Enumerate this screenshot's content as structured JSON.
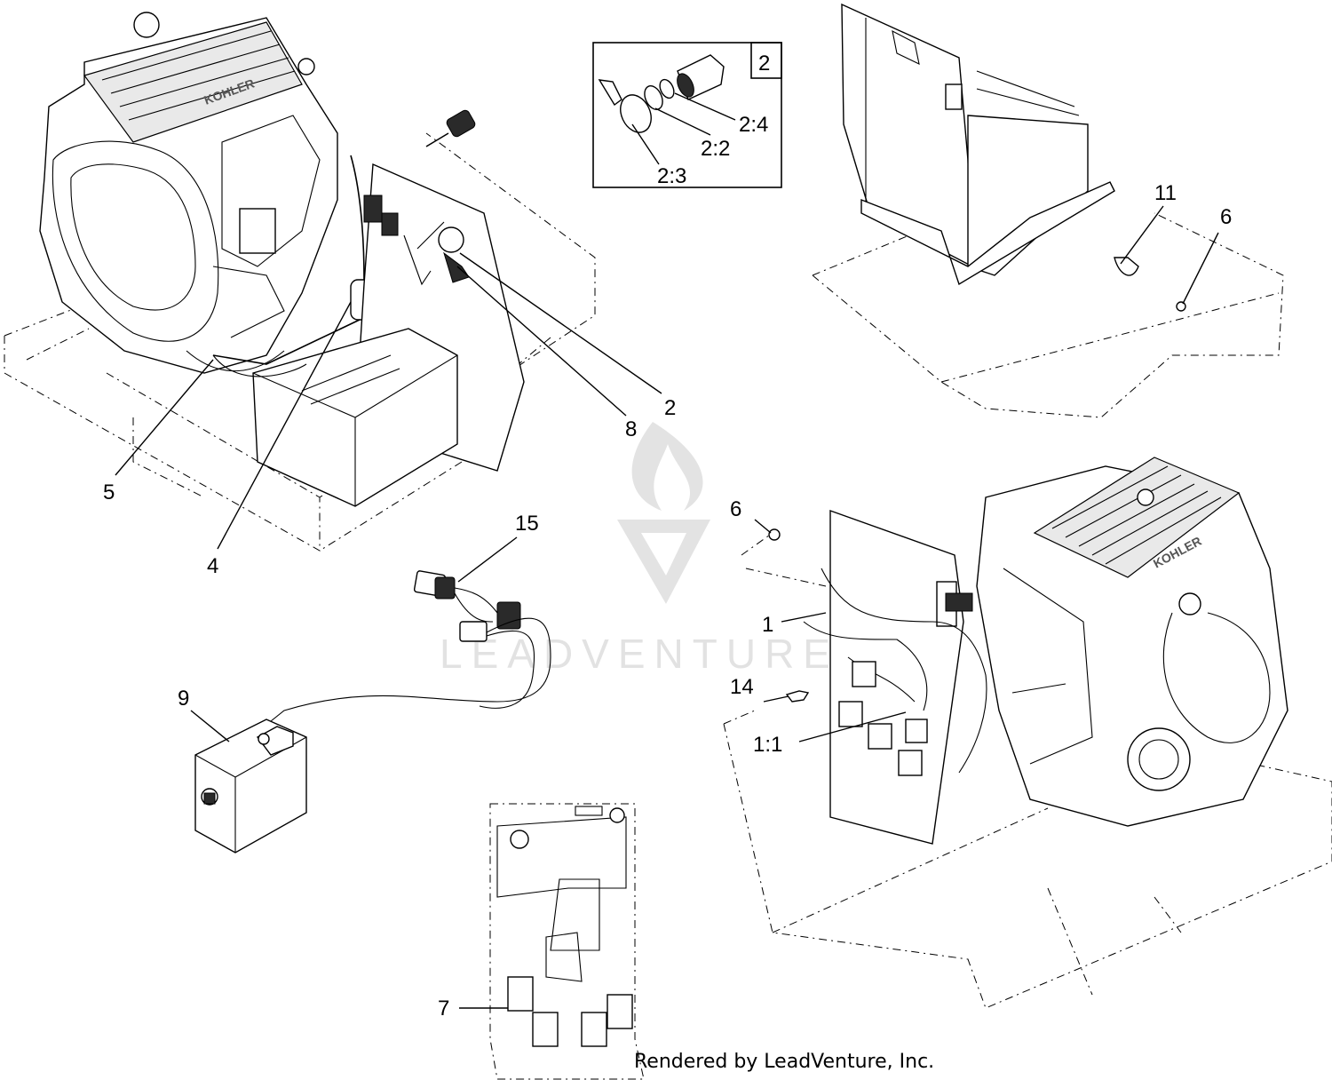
{
  "callouts": {
    "c2_box": "2",
    "c2_4": "2:4",
    "c2_2": "2:2",
    "c2_3": "2:3",
    "c11": "11",
    "c6_top": "6",
    "c2": "2",
    "c8": "8",
    "c5": "5",
    "c4": "4",
    "c15": "15",
    "c6_mid": "6",
    "c1": "1",
    "c14": "14",
    "c1_1": "1:1",
    "c9": "9",
    "c7": "7"
  },
  "watermark": {
    "text": "LEADVENTURE"
  },
  "engine_logo": "KOHLER",
  "footer": {
    "rendered_by": "Rendered by LeadVenture, Inc."
  }
}
